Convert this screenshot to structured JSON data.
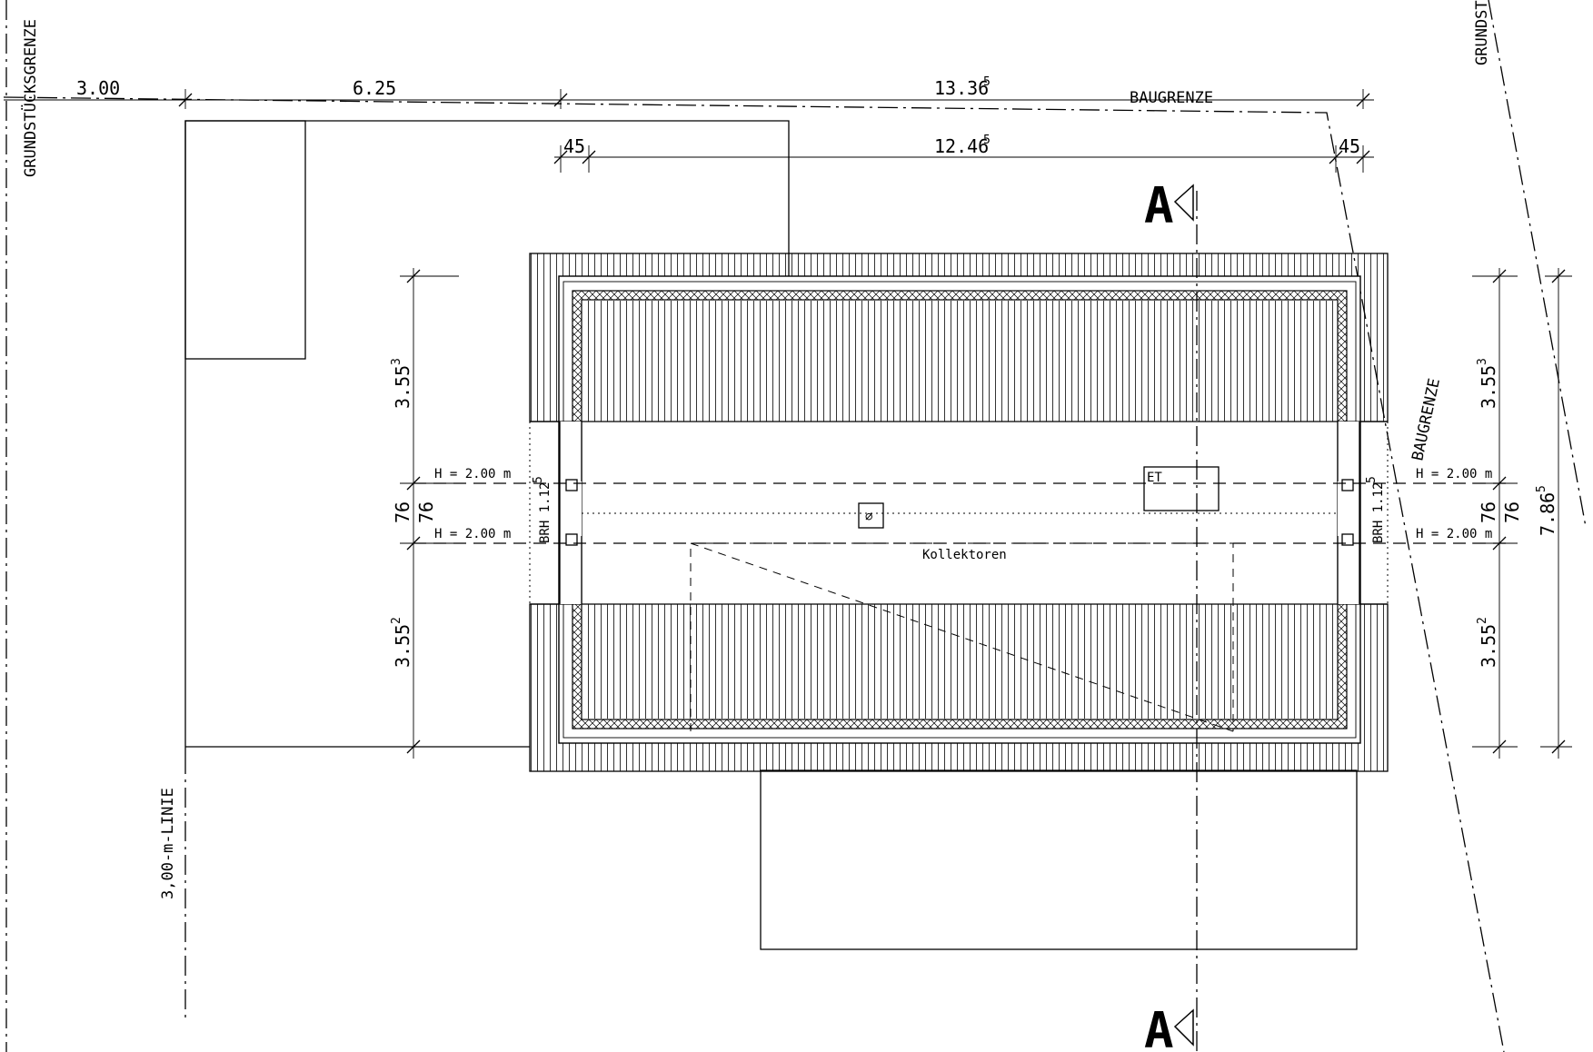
{
  "labels": {
    "grundstuecksgrenze_left": "GRUNDSTÜCKSGRENZE",
    "grundstuecksgrenze_right": "GRUNDST",
    "baugrenze_top": "BAUGRENZE",
    "baugrenze_right": "BAUGRENZE",
    "linie_3m": "3,00-m-LINIE",
    "kollektoren": "Kollektoren",
    "et": "ET",
    "section_mark": "A",
    "h_top_left": "H = 2.00 m",
    "h_bot_left": "H = 2.00 m",
    "h_top_right": "H = 2.00 m",
    "h_bot_right": "H = 2.00 m",
    "brh_left": "BRH 1.12",
    "brh_left_sup": "5",
    "brh_right": "BRH 1.12",
    "brh_right_sup": "5",
    "chimney_symbol": "⌀"
  },
  "dimensions": {
    "top_3_00": "3.00",
    "top_6_25": "6.25",
    "top_13_36": "13.36",
    "top_13_36_sup": "5",
    "inner_45_left": "45",
    "inner_12_46": "12.46",
    "inner_12_46_sup": "5",
    "inner_45_right": "45",
    "left_3_55_top": "3.55",
    "left_3_55_top_sup": "3",
    "left_76_a": "76",
    "left_76_b": "76",
    "left_3_55_bot": "3.55",
    "left_3_55_bot_sup": "2",
    "right_3_55_top": "3.55",
    "right_3_55_top_sup": "3",
    "right_76_a": "76",
    "right_76_b": "76",
    "right_3_55_bot": "3.55",
    "right_3_55_bot_sup": "2",
    "right_7_86": "7.86",
    "right_7_86_sup": "5"
  }
}
